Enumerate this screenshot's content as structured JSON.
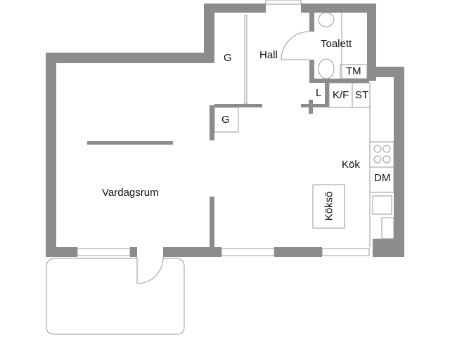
{
  "rooms": {
    "hall": "Hall",
    "toalett": "Toalett",
    "tm": "TM",
    "g1": "G",
    "g2": "G",
    "l": "L",
    "kf": "K/F",
    "st": "ST",
    "kok": "Kök",
    "dm": "DM",
    "kokso": "Köksö",
    "vardagsrum": "Vardagsrum"
  },
  "colors": {
    "wall": "#8c8c8c"
  }
}
